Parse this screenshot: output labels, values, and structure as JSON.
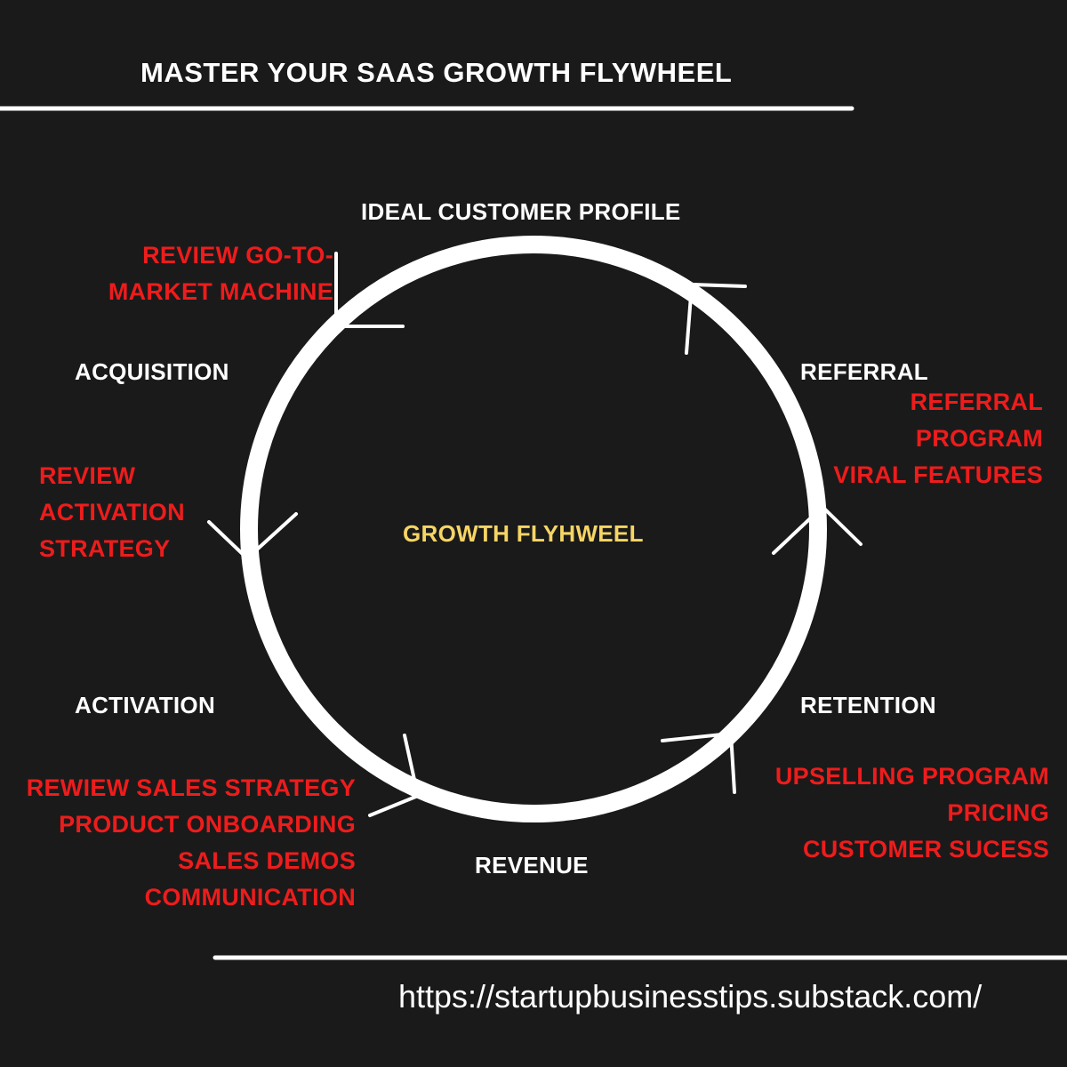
{
  "title": "MASTER YOUR SAAS GROWTH FLYWHEEL",
  "center_label": "GROWTH FLYHWEEL",
  "stages": {
    "top": "IDEAL CUSTOMER PROFILE",
    "referral": "REFERRAL",
    "retention": "RETENTION",
    "revenue": "REVENUE",
    "activation": "ACTIVATION",
    "acquisition": "ACQUISITION"
  },
  "actions": {
    "gtm": [
      "REVIEW GO-TO-",
      "MARKET MACHINE"
    ],
    "referral": [
      "REFERRAL",
      "PROGRAM",
      "VIRAL FEATURES"
    ],
    "retention": [
      "UPSELLING PROGRAM",
      "PRICING",
      "CUSTOMER SUCESS"
    ],
    "revenue": [
      "REWIEW SALES STRATEGY",
      "PRODUCT ONBOARDING",
      "SALES DEMOS",
      "COMMUNICATION"
    ],
    "activation": [
      "REVIEW",
      "ACTIVATION",
      "STRATEGY"
    ]
  },
  "url": "https://startupbusinesstips.substack.com/",
  "colors": {
    "background": "#1b1a1a",
    "primary_text": "#ffffff",
    "action_text": "#ee1c1c",
    "center_text": "#f5d565"
  }
}
